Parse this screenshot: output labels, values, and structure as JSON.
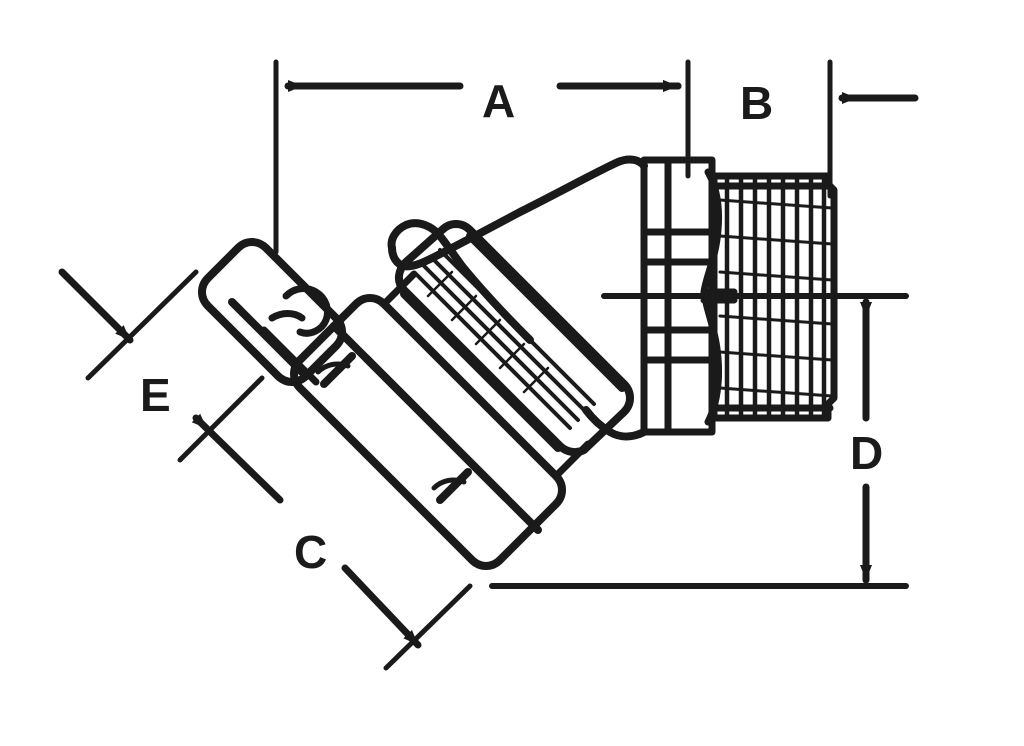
{
  "drawing": {
    "type": "technical-line-drawing",
    "subject": "45-degree elbow hose fitting with male threaded end and hex nut",
    "background_color": "#ffffff",
    "ink_color": "#1a1a1a",
    "dimension_labels": [
      {
        "key": "A",
        "text": "A",
        "orientation": "horizontal",
        "description": "overall horizontal length from socket end face to flange face"
      },
      {
        "key": "B",
        "text": "B",
        "orientation": "horizontal",
        "description": "length of male threaded end"
      },
      {
        "key": "C",
        "text": "C",
        "orientation": "diagonal-45",
        "description": "length along the 45 degree hex body axis"
      },
      {
        "key": "D",
        "text": "D",
        "orientation": "vertical",
        "description": "height from centerline down to bottom datum"
      },
      {
        "key": "E",
        "text": "E",
        "orientation": "diagonal-45",
        "description": "small socket end dimension at the angled inlet"
      }
    ]
  },
  "labels": {
    "A": "A",
    "B": "B",
    "C": "C",
    "D": "D",
    "E": "E"
  }
}
